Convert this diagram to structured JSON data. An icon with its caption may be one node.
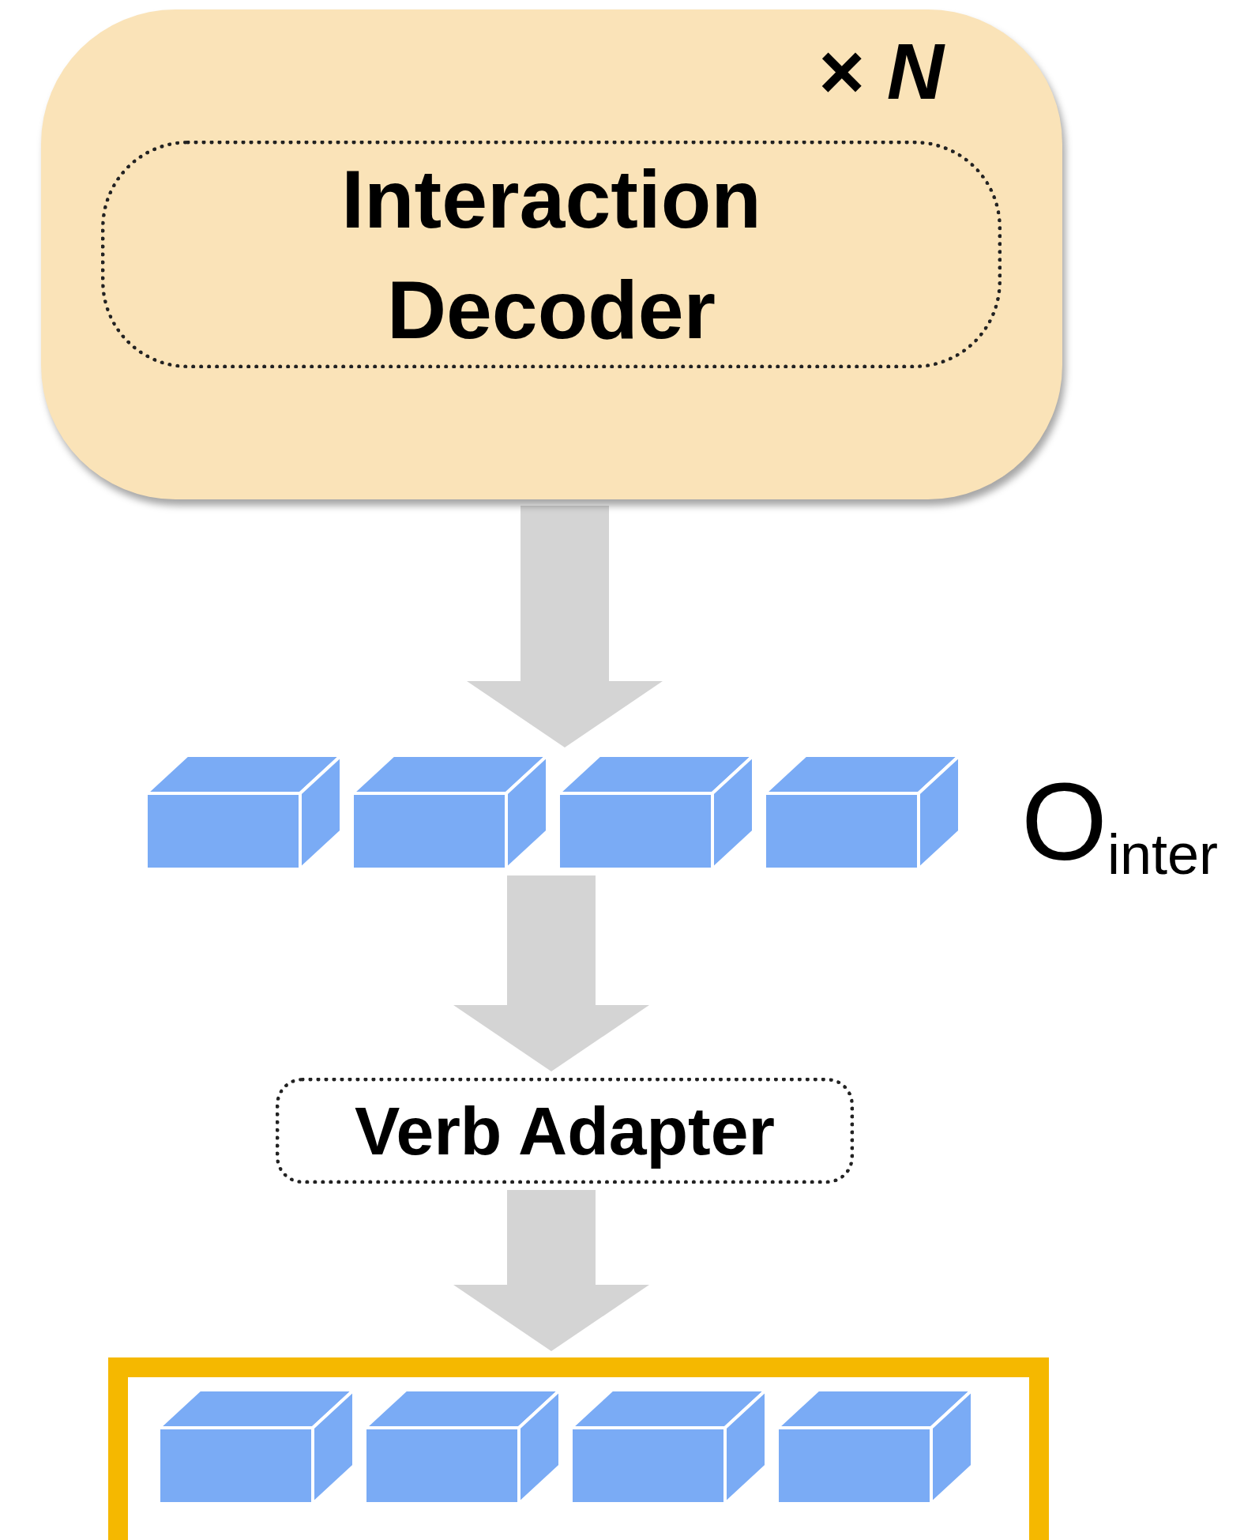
{
  "diagram": {
    "nodes": [
      {
        "text": [
          "× *N*"
        ]
      },
      {
        "text": [
          "Interaction Decoder"
        ],
        "in": 0
      },
      {
        "text": [],
        "shape": "box",
        "beside": [
          "O$_{inter}$"
        ]
      },
      {
        "text": [
          "Verb Adapter"
        ]
      },
      {
        "text": [],
        "shape": "box"
      }
    ],
    "edges": [
      {
        "from": 0,
        "to": 2,
        "arrow": "to"
      },
      {
        "from": 2,
        "to": 3,
        "arrow": "to"
      },
      {
        "from": 3,
        "to": 4,
        "arrow": "to"
      }
    ]
  }
}
